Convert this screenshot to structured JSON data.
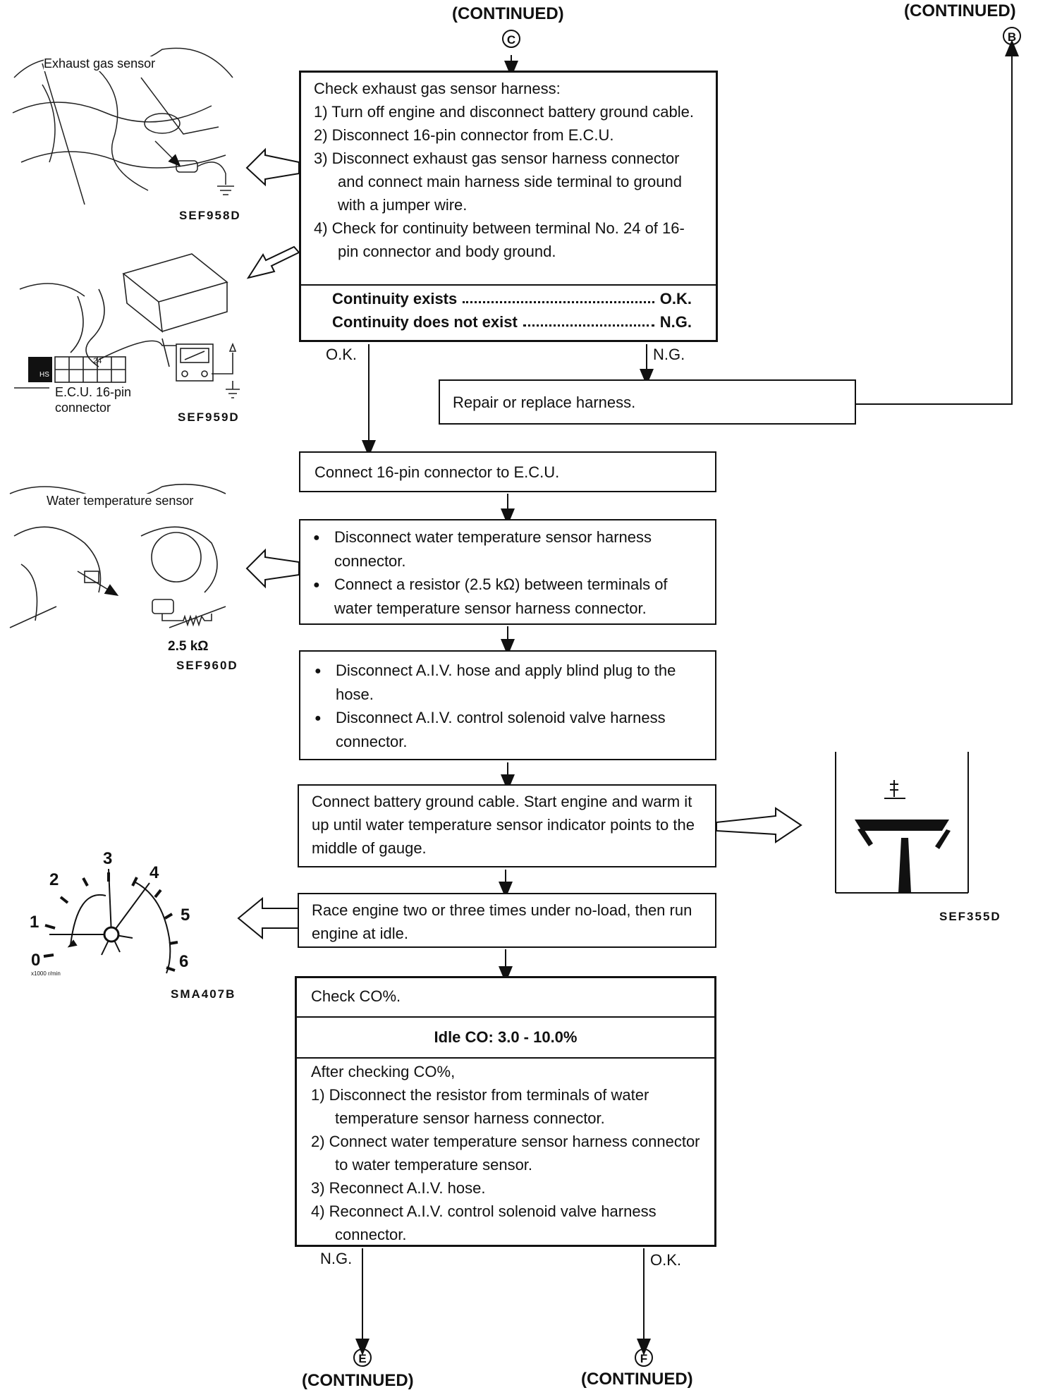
{
  "top": {
    "continued_c": "(CONTINUED)",
    "marker_c": "C",
    "continued_b": "(CONTINUED)",
    "marker_b": "B"
  },
  "figures": {
    "exhaust_label": "Exhaust gas sensor",
    "sef958d": "SEF958D",
    "ecu_label": "E.C.U. 16-pin connector",
    "pin24": "24",
    "hs": "HS",
    "sef959d": "SEF959D",
    "water_label": "Water temperature sensor",
    "resistor": "2.5 kΩ",
    "sef960d": "SEF960D",
    "tach_ticks": [
      "0",
      "1",
      "2",
      "3",
      "4",
      "5",
      "6"
    ],
    "tach_unit": "x1000 r/min",
    "sma407b": "SMA407B",
    "sef355d": "SEF355D"
  },
  "box1": {
    "title": "Check exhaust gas sensor harness:",
    "steps": [
      "1) Turn off engine and disconnect battery ground cable.",
      "2) Disconnect 16-pin connector from E.C.U.",
      "3) Disconnect exhaust gas sensor harness connector and connect main harness side terminal to ground with a jumper wire.",
      "4) Check for continuity between terminal No. 24 of 16-pin connector and body ground."
    ],
    "result1_label": "Continuity exists",
    "result1_value": "O.K.",
    "result2_label": "Continuity does not exist",
    "result2_value": "N.G."
  },
  "branch1": {
    "ok": "O.K.",
    "ng": "N.G."
  },
  "repair": "Repair or replace harness.",
  "box_connect": "Connect 16-pin connector to E.C.U.",
  "box_water": [
    "Disconnect water temperature sensor harness connector.",
    "Connect a resistor (2.5 kΩ) between terminals of water temperature sensor harness connector."
  ],
  "box_aiv": [
    "Disconnect A.I.V. hose and apply blind plug to the hose.",
    "Disconnect A.I.V. control solenoid valve harness connector."
  ],
  "box_warm": "Connect battery ground cable. Start engine and warm it up until water temperature sensor indicator points to the middle of gauge.",
  "box_race": "Race engine two or three times under no-load, then run engine at idle.",
  "box_co": {
    "title": "Check CO%.",
    "spec": "Idle CO: 3.0 - 10.0%",
    "after": "After checking CO%,",
    "steps": [
      "1) Disconnect the resistor from terminals of water temperature sensor harness connector.",
      "2) Connect water temperature sensor harness connector to water temperature sensor.",
      "3) Reconnect A.I.V. hose.",
      "4) Reconnect A.I.V. control solenoid valve harness connector."
    ]
  },
  "branch2": {
    "ng": "N.G.",
    "ok": "O.K."
  },
  "bottom": {
    "continued_e": "(CONTINUED)",
    "marker_e": "E",
    "continued_f": "(CONTINUED)",
    "marker_f": "F"
  }
}
